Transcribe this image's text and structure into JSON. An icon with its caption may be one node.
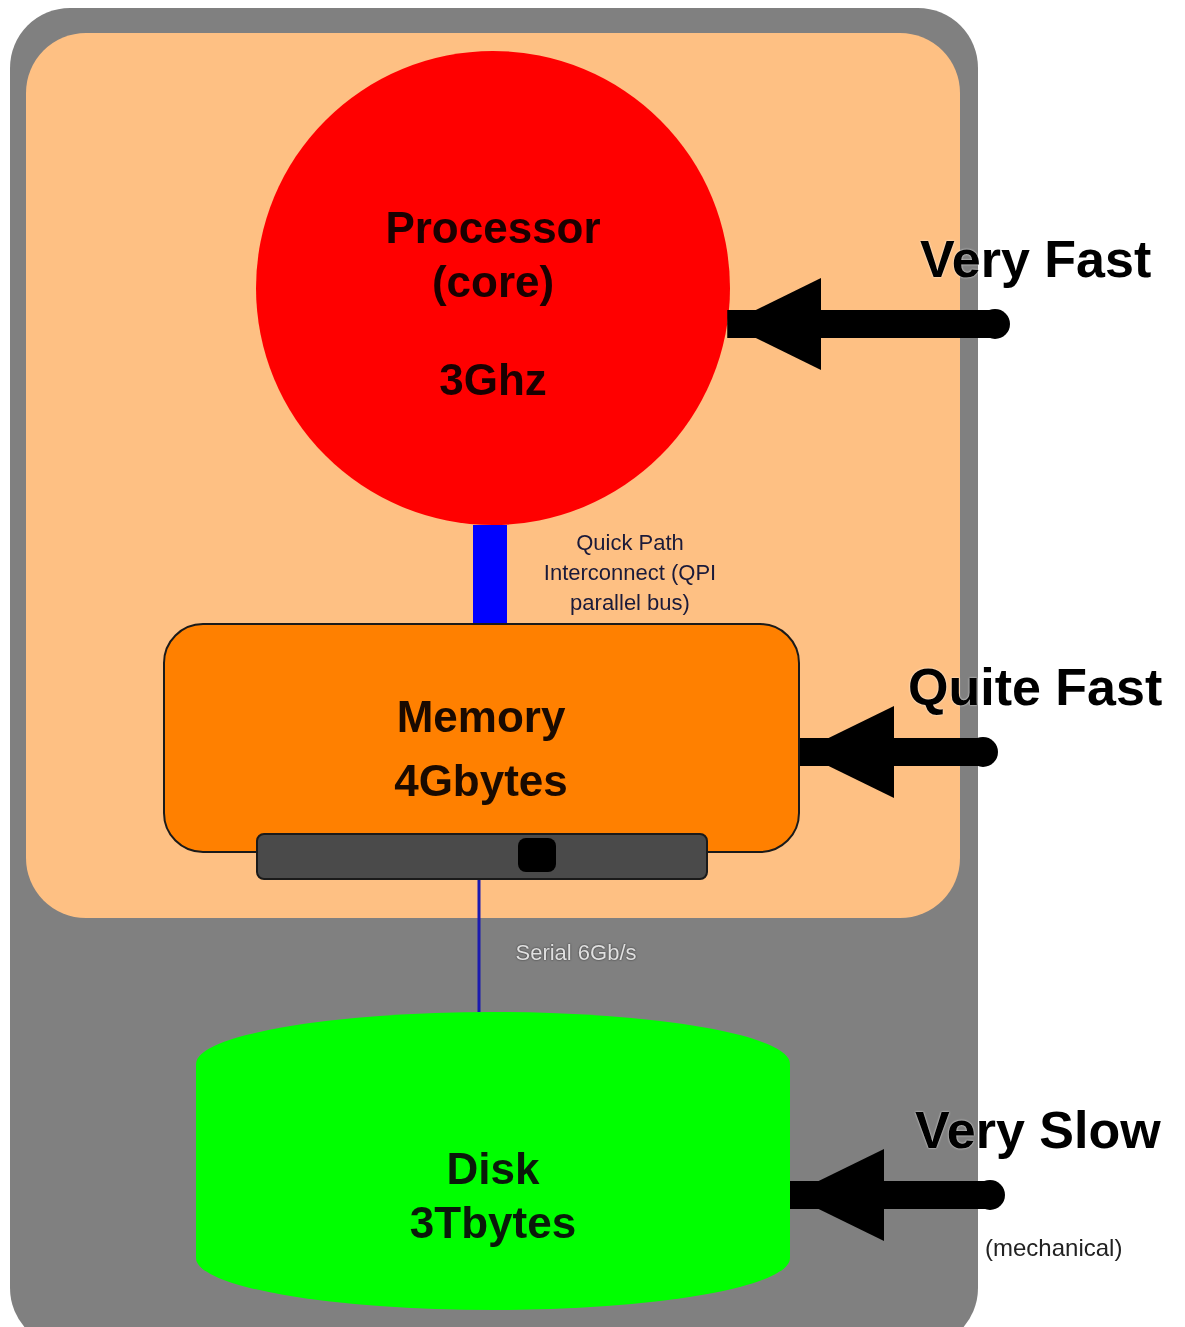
{
  "diagram": {
    "nodes": [
      {
        "text": [],
        "shape": "box"
      },
      {
        "text": [],
        "shape": "box",
        "in": 0
      },
      {
        "text": [
          "Processor (core)",
          "3Ghz"
        ],
        "in": 1
      },
      {
        "text": [
          "Memory 4Gbytes"
        ],
        "in": 1
      },
      {
        "text": [
          "Disk 3Tbytes"
        ],
        "in": 0
      },
      {
        "text": [
          "Very Fast"
        ]
      },
      {
        "text": [
          "Quite Fast"
        ]
      },
      {
        "text": [
          "Very Slow"
        ],
        "beside": [
          "(mechanical)"
        ]
      }
    ],
    "edges": [
      {
        "from": 2,
        "to": 3,
        "arrow": "none",
        "color": "#0000ff",
        "label": "Quick Path Interconnect (QPI parallel bus)"
      },
      {
        "from": 3,
        "to": 4,
        "arrow": "none",
        "color": "#1a1ab0",
        "label": "Serial 6Gb/s"
      },
      {
        "from": 5,
        "to": 2,
        "arrow": "to"
      },
      {
        "from": 6,
        "to": 3,
        "arrow": "to"
      },
      {
        "from": 7,
        "to": 4,
        "arrow": "to"
      }
    ]
  }
}
